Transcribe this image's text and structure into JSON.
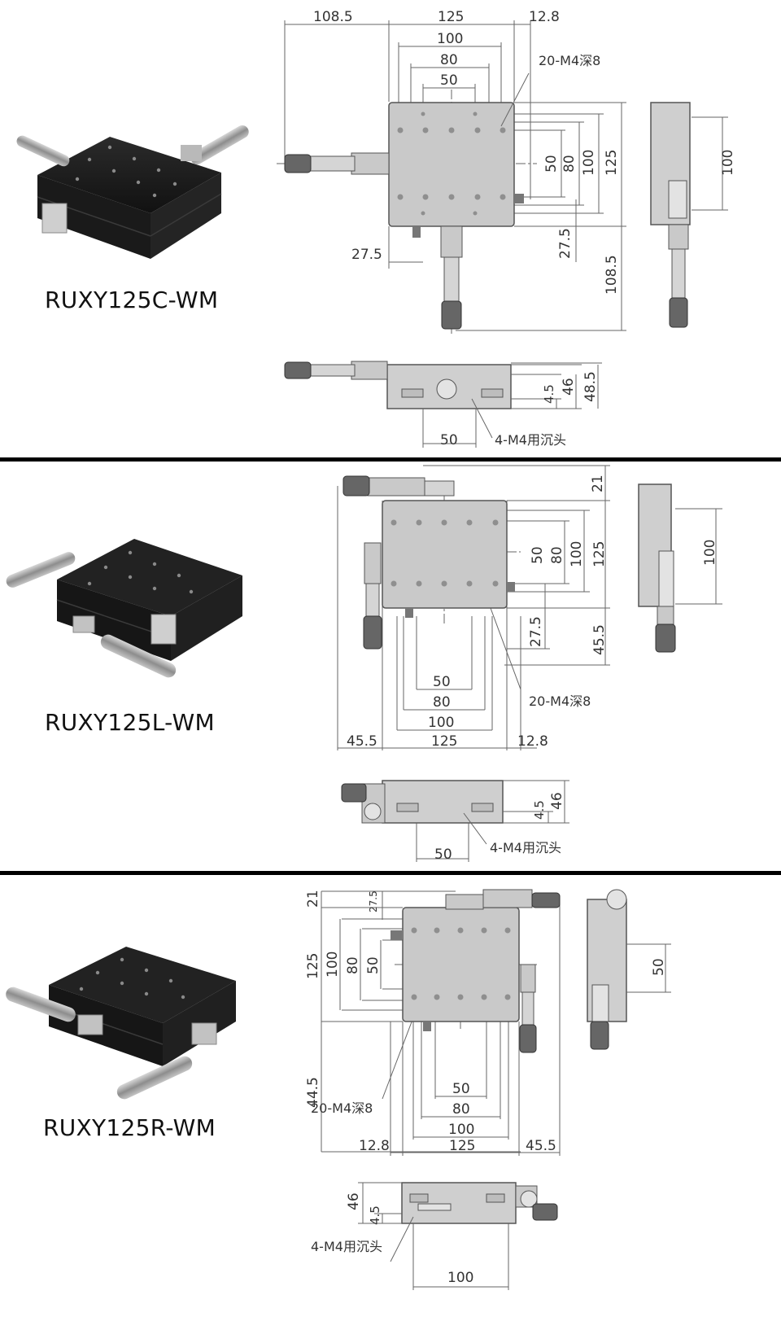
{
  "sections": [
    {
      "model": "RUXY125C-WM",
      "top_dims": [
        "108.5",
        "125",
        "12.8",
        "100",
        "80",
        "50"
      ],
      "left_dims": [
        "27.5"
      ],
      "right_dims": [
        "50",
        "80",
        "100",
        "125",
        "27.5",
        "108.5"
      ],
      "side_dims": [
        "100"
      ],
      "front_dims": [
        "4.5",
        "46",
        "48.5",
        "50"
      ],
      "notes": [
        "20-M4深8",
        "4-M4用沉头"
      ]
    },
    {
      "model": "RUXY125L-WM",
      "top_dims": [
        "21"
      ],
      "right_dims": [
        "50",
        "80",
        "100",
        "125",
        "27.5",
        "45.5"
      ],
      "bottom_dims": [
        "50",
        "80",
        "100",
        "45.5",
        "125",
        "12.8"
      ],
      "side_dims": [
        "100"
      ],
      "front_dims": [
        "4.5",
        "46",
        "50"
      ],
      "notes": [
        "20-M4深8",
        "4-M4用沉头"
      ]
    },
    {
      "model": "RUXY125R-WM",
      "left_dims": [
        "21",
        "27.5",
        "125",
        "100",
        "80",
        "50",
        "44.5"
      ],
      "bottom_dims": [
        "50",
        "80",
        "100",
        "12.8",
        "125",
        "45.5"
      ],
      "side_dims": [
        "50"
      ],
      "front_dims": [
        "46",
        "4.5",
        "100"
      ],
      "notes": [
        "20-M4深8",
        "4-M4用沉头"
      ]
    }
  ]
}
